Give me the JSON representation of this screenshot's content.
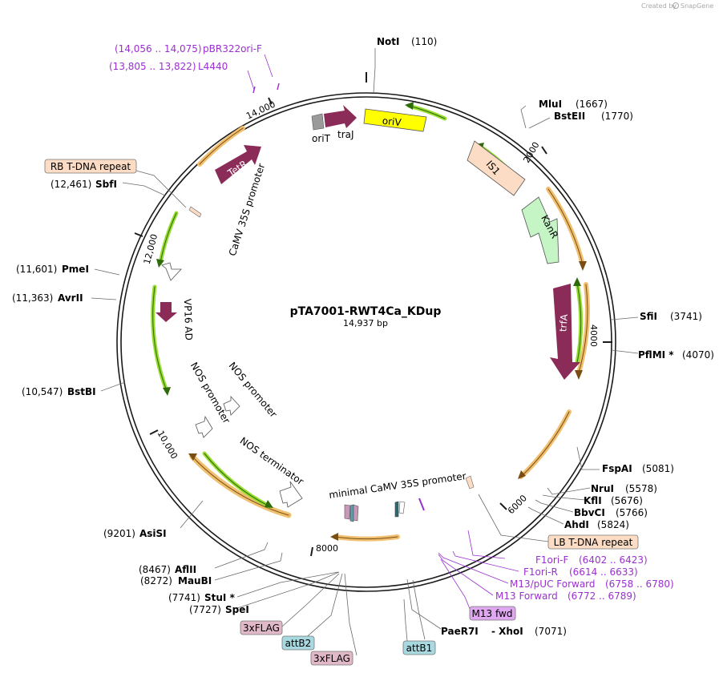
{
  "credit": {
    "prefix": "Created by",
    "brand": "SnapGene"
  },
  "plasmid": {
    "name": "pTA7001-RWT4Ca_KDup",
    "length": "14,937 bp"
  },
  "colors": {
    "backbone": "#1a1a1a",
    "feature_arrow": "#8b2b57",
    "primer": "#9b30d0",
    "ori": "#ffff00",
    "resistance": "#c5f5c5",
    "is1": "#fcdcc4",
    "orange_arc": "#f0c070",
    "green_arc": "#99dd33"
  },
  "ticks": [
    "2000",
    "4000",
    "6000",
    "8000",
    "10,000",
    "12,000",
    "14,000"
  ],
  "sites": [
    {
      "name": "NotI",
      "pos": "(110)"
    },
    {
      "name": "MluI",
      "pos": "(1667)"
    },
    {
      "name": "BstEII",
      "pos": "(1770)"
    },
    {
      "name": "SfiI",
      "pos": "(3741)"
    },
    {
      "name": "PflMI *",
      "pos": "(4070)"
    },
    {
      "name": "FspAI",
      "pos": "(5081)"
    },
    {
      "name": "NruI",
      "pos": "(5578)"
    },
    {
      "name": "KflI",
      "pos": "(5676)"
    },
    {
      "name": "BbvCI",
      "pos": "(5766)"
    },
    {
      "name": "AhdI",
      "pos": "(5824)"
    },
    {
      "name": "PaeR7I",
      "pos": ""
    },
    {
      "name": "- XhoI",
      "pos": "(7071)"
    },
    {
      "name": "StuI *",
      "pos": "(7741)"
    },
    {
      "name": "SpeI",
      "pos": "(7727)"
    },
    {
      "name": "AflII",
      "pos": "(8467)"
    },
    {
      "name": "MauBI",
      "pos": "(8272)"
    },
    {
      "name": "AsiSI",
      "pos": "(9201)"
    },
    {
      "name": "BstBI",
      "pos": "(10,547)"
    },
    {
      "name": "AvrII",
      "pos": "(11,363)"
    },
    {
      "name": "PmeI",
      "pos": "(11,601)"
    },
    {
      "name": "SbfI",
      "pos": "(12,461)"
    }
  ],
  "primers": [
    {
      "name": "F1ori-F",
      "pos": "(6402 .. 6423)"
    },
    {
      "name": "F1ori-R",
      "pos": "(6614 .. 6633)"
    },
    {
      "name": "M13/pUC Forward",
      "pos": "(6758 .. 6780)"
    },
    {
      "name": "M13 Forward",
      "pos": "(6772 .. 6789)"
    },
    {
      "name": "pBR322ori-F",
      "pos": "(14,056 .. 14,075)"
    },
    {
      "name": "L4440",
      "pos": "(13,805 .. 13,822)"
    }
  ],
  "boxed_labels": [
    {
      "name": "RB T-DNA repeat"
    },
    {
      "name": "LB T-DNA repeat"
    },
    {
      "name": "M13 fwd"
    },
    {
      "name": "3xFLAG"
    },
    {
      "name": "attB2"
    },
    {
      "name": "3xFLAG"
    },
    {
      "name": "attB1"
    }
  ],
  "features": [
    {
      "name": "oriT"
    },
    {
      "name": "traJ"
    },
    {
      "name": "oriV"
    },
    {
      "name": "IS1"
    },
    {
      "name": "KanR"
    },
    {
      "name": "trfA"
    },
    {
      "name": "TetR"
    },
    {
      "name": "CaMV 35S promoter"
    },
    {
      "name": "VP16 AD"
    },
    {
      "name": "NOS promoter"
    },
    {
      "name": "NOS promoter"
    },
    {
      "name": "NOS terminator"
    },
    {
      "name": "minimal CaMV 35S promoter"
    }
  ]
}
